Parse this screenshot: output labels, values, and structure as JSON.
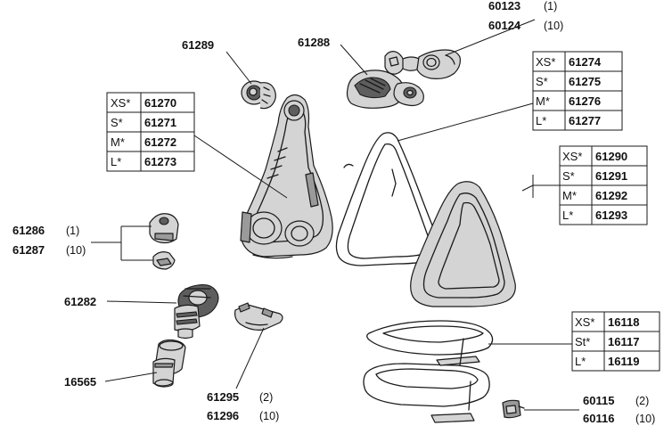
{
  "parts": {
    "p60123": {
      "num": "60123",
      "qty": "(1)"
    },
    "p60124": {
      "num": "60124",
      "qty": "(10)"
    },
    "p61289": {
      "num": "61289"
    },
    "p61288": {
      "num": "61288"
    },
    "p61286": {
      "num": "61286",
      "qty": "(1)"
    },
    "p61287": {
      "num": "61287",
      "qty": "(10)"
    },
    "p61282": {
      "num": "61282"
    },
    "p16565": {
      "num": "16565"
    },
    "p61295": {
      "num": "61295",
      "qty": "(2)"
    },
    "p61296": {
      "num": "61296",
      "qty": "(10)"
    },
    "p60115": {
      "num": "60115",
      "qty": "(2)"
    },
    "p60116": {
      "num": "60116",
      "qty": "(10)"
    }
  },
  "tables": {
    "frame": [
      {
        "size": "XS*",
        "num": "61270"
      },
      {
        "size": "S*",
        "num": "61271"
      },
      {
        "size": "M*",
        "num": "61272"
      },
      {
        "size": "L*",
        "num": "61273"
      }
    ],
    "cushion": [
      {
        "size": "XS*",
        "num": "61274"
      },
      {
        "size": "S*",
        "num": "61275"
      },
      {
        "size": "M*",
        "num": "61276"
      },
      {
        "size": "L*",
        "num": "61277"
      }
    ],
    "cushion_b": [
      {
        "size": "XS*",
        "num": "61290"
      },
      {
        "size": "S*",
        "num": "61291"
      },
      {
        "size": "M*",
        "num": "61292"
      },
      {
        "size": "L*",
        "num": "61293"
      }
    ],
    "headgear": [
      {
        "size": "XS*",
        "num": "16118"
      },
      {
        "size": "St*",
        "num": "16117"
      },
      {
        "size": "L*",
        "num": "16119"
      }
    ]
  }
}
